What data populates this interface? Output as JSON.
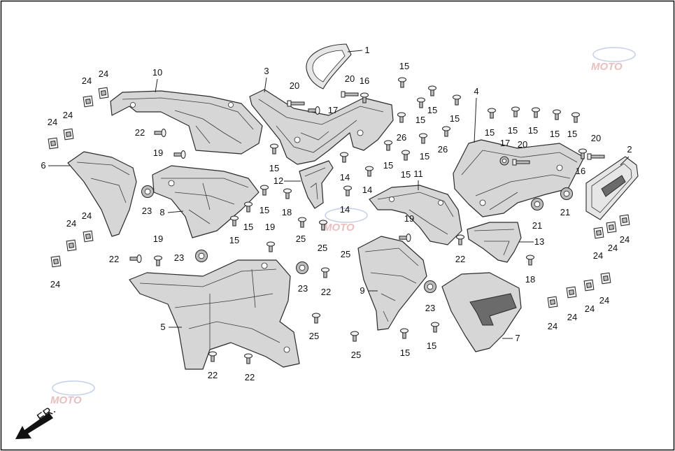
{
  "callouts": [
    "1",
    "2",
    "3",
    "4",
    "5",
    "6",
    "7",
    "8",
    "9",
    "10",
    "11",
    "12",
    "13",
    "14",
    "14",
    "14",
    "15",
    "15",
    "15",
    "15",
    "15",
    "15",
    "15",
    "15",
    "15",
    "15",
    "15",
    "15",
    "15",
    "15",
    "15",
    "15",
    "15",
    "15",
    "16",
    "16",
    "17",
    "17",
    "18",
    "18",
    "19",
    "19",
    "19",
    "19",
    "20",
    "20",
    "20",
    "20",
    "21",
    "21",
    "22",
    "22",
    "22",
    "22",
    "22",
    "22",
    "23",
    "23",
    "23",
    "23",
    "24",
    "24",
    "24",
    "24",
    "24",
    "24",
    "24",
    "24",
    "24",
    "24",
    "24",
    "24",
    "24",
    "24",
    "25",
    "25",
    "25",
    "25",
    "25",
    "26",
    "26"
  ],
  "direction_label": "FR.",
  "watermark": "MOTO"
}
